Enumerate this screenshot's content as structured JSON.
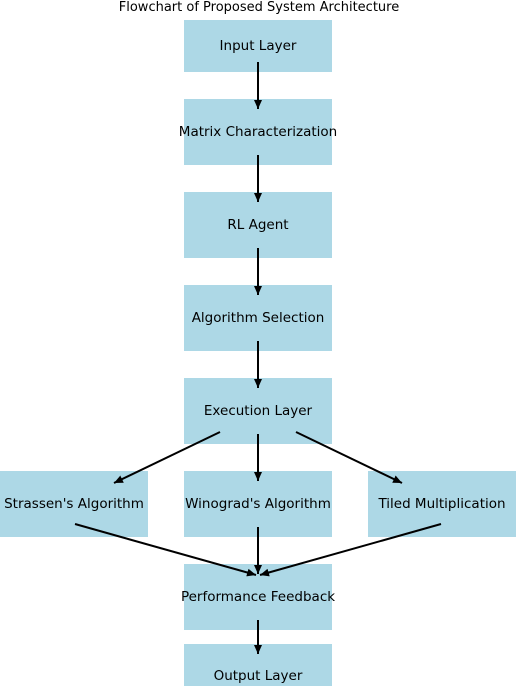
{
  "title": "Flowchart of Proposed System Architecture",
  "nodes": {
    "input": "Input Layer",
    "matrix": "Matrix Characterization",
    "rl": "RL Agent",
    "algo_select": "Algorithm Selection",
    "execution": "Execution Layer",
    "strassen": "Strassen's Algorithm",
    "winograd": "Winograd's Algorithm",
    "tiled": "Tiled Multiplication",
    "feedback": "Performance Feedback",
    "output": "Output Layer"
  },
  "colors": {
    "node_fill": "#add8e6",
    "edge": "#000000"
  }
}
